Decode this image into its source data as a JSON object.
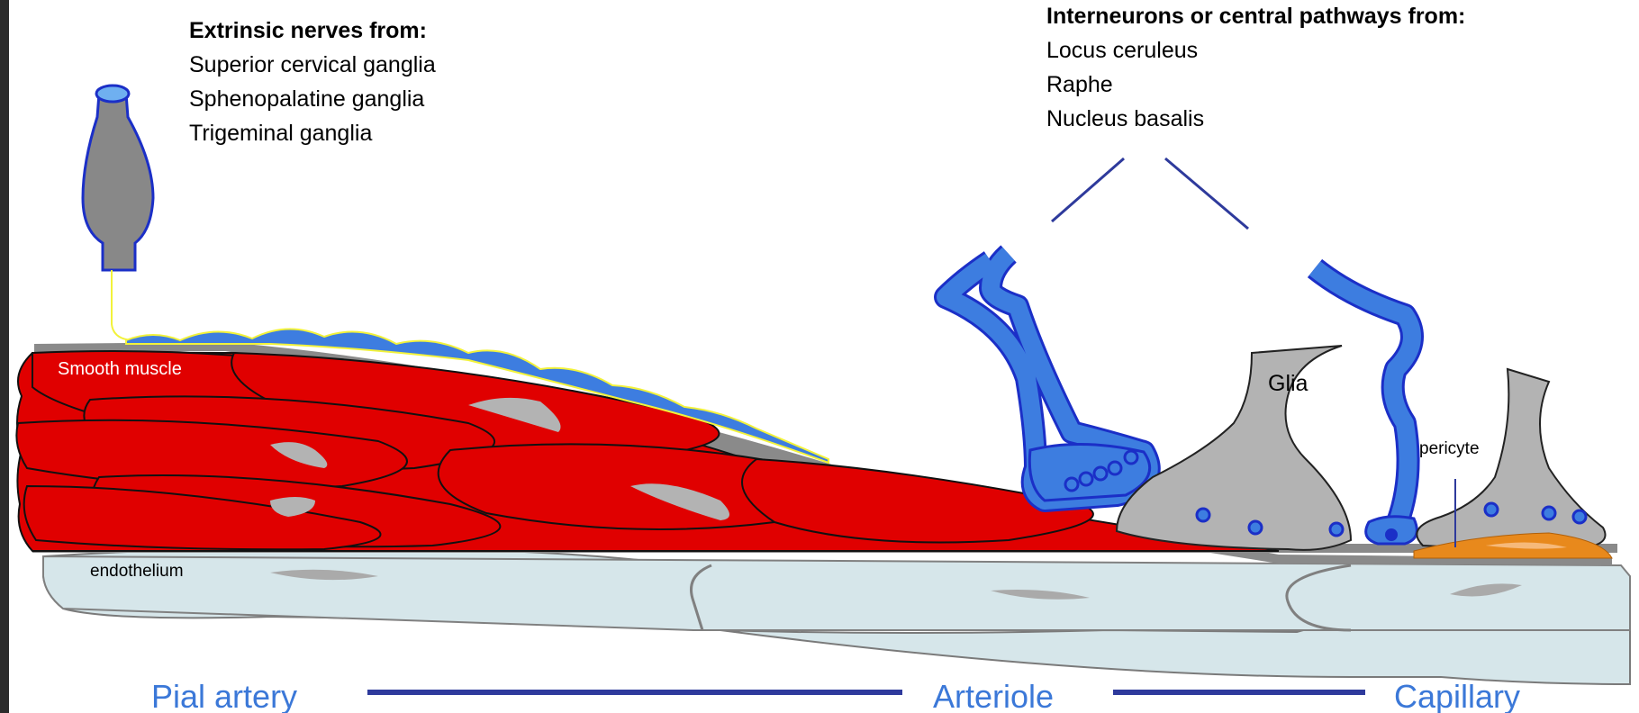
{
  "extrinsic": {
    "title": "Extrinsic nerves from:",
    "items": [
      "Superior cervical ganglia",
      "Sphenopalatine ganglia",
      "Trigeminal ganglia"
    ]
  },
  "interneurons": {
    "title": "Interneurons or central pathways from:",
    "items": [
      "Locus ceruleus",
      "Raphe",
      "Nucleus basalis"
    ]
  },
  "labels": {
    "smooth_muscle": "Smooth muscle",
    "endothelium": "endothelium",
    "glia": "Glia",
    "pericyte": "pericyte"
  },
  "regions": {
    "pial_artery": "Pial artery",
    "arteriole": "Arteriole",
    "capillary": "Capillary"
  },
  "colors": {
    "muscle": "#e00000",
    "endothelium": "#d6e6ea",
    "nerve": "#3d7de0",
    "glia": "#b3b3b3",
    "pericyte": "#e8891c",
    "axis_line": "#2e3a9c",
    "region_text": "#3b78d8"
  }
}
